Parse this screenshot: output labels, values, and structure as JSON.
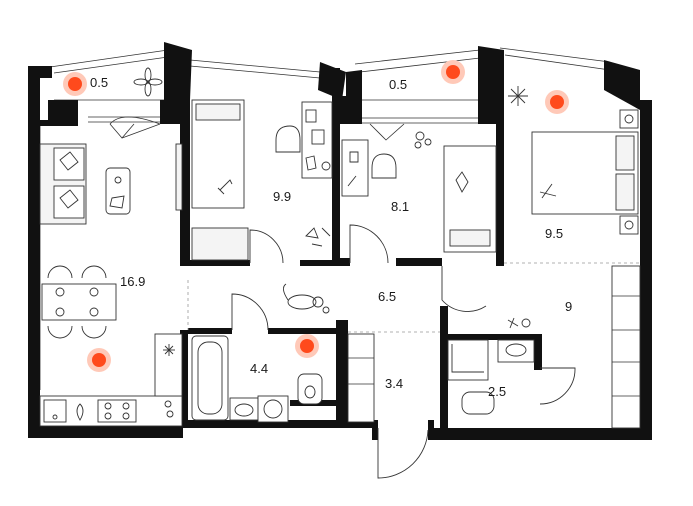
{
  "rooms": [
    {
      "id": "balcony-left",
      "area": "0.5"
    },
    {
      "id": "bedroom-1",
      "area": "9.9"
    },
    {
      "id": "balcony-middle",
      "area": "0.5"
    },
    {
      "id": "bedroom-2",
      "area": "8.1"
    },
    {
      "id": "bedroom-3",
      "area": "9.5"
    },
    {
      "id": "kitchen-living",
      "area": "16.9"
    },
    {
      "id": "corridor",
      "area": "6.5"
    },
    {
      "id": "hall",
      "area": "9"
    },
    {
      "id": "bathroom",
      "area": "4.4"
    },
    {
      "id": "wardrobe",
      "area": "3.4"
    },
    {
      "id": "toilet",
      "area": "2.5"
    }
  ],
  "colors": {
    "wall": "#111111",
    "marker": "#ff4a1c",
    "marker_halo": "#ffc9b8"
  },
  "markers": [
    "marker-balcony-left",
    "marker-balcony-middle",
    "marker-bedroom-3",
    "marker-kitchen",
    "marker-bathroom"
  ]
}
